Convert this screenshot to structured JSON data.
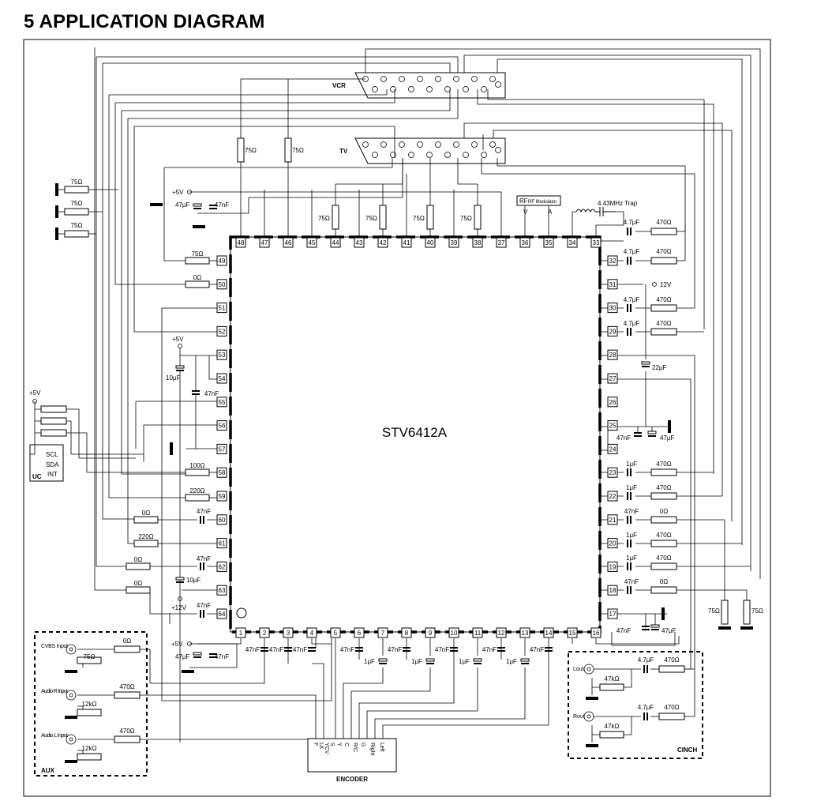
{
  "page": {
    "title": "5 APPLICATION DIAGRAM"
  },
  "chip": {
    "label": "STV6412A"
  },
  "connectors": {
    "vcr": "VCR",
    "tv": "TV"
  },
  "blocks": {
    "rf_modulator": {
      "title": "RF Modulator",
      "label_rf": "RF",
      "pin_v": "V",
      "pin_a": "A"
    },
    "uc": {
      "name": "UC",
      "scl": "SCL",
      "sda": "SDA",
      "int": "INT"
    },
    "encoder": {
      "name": "ENCODER",
      "pins": [
        "F",
        "LK",
        "YCV",
        "S",
        "Y",
        "C",
        "R/C",
        "G",
        "Right",
        "Left"
      ]
    },
    "aux": {
      "name": "AUX",
      "inputs": [
        "CVBS Input",
        "Audio R Input",
        "Audio L Input"
      ]
    },
    "cinch": {
      "name": "CINCH",
      "lout": "Lout",
      "rout": "Rout"
    }
  },
  "supply_labels": [
    "+5V",
    "+5V",
    "+5V",
    "+5V",
    "+12V",
    "12V"
  ],
  "trap": "4.43MHz Trap",
  "pins": {
    "top": [
      "48",
      "47",
      "46",
      "45",
      "44",
      "43",
      "42",
      "41",
      "40",
      "39",
      "38",
      "37",
      "36",
      "35",
      "34",
      "33"
    ],
    "left": [
      "49",
      "50",
      "51",
      "52",
      "53",
      "54",
      "55",
      "56",
      "57",
      "58",
      "59",
      "60",
      "61",
      "62",
      "63",
      "64"
    ],
    "bottom": [
      "1",
      "2",
      "3",
      "4",
      "5",
      "6",
      "7",
      "8",
      "9",
      "10",
      "11",
      "12",
      "13",
      "14",
      "15",
      "16"
    ],
    "right": [
      "32",
      "31",
      "30",
      "29",
      "28",
      "27",
      "26",
      "25",
      "24",
      "23",
      "22",
      "21",
      "20",
      "19",
      "18",
      "17"
    ]
  },
  "values": {
    "r75": "75Ω",
    "r470": "470Ω",
    "r0": "0Ω",
    "r100": "100Ω",
    "r220": "220Ω",
    "r12k": "12kΩ",
    "r47k": "47kΩ",
    "c47n": "47nF",
    "c47u": "47μF",
    "c47uc": "4.7μF",
    "c1u": "1μF",
    "c10u": "10μF",
    "c22u": "22μF"
  }
}
